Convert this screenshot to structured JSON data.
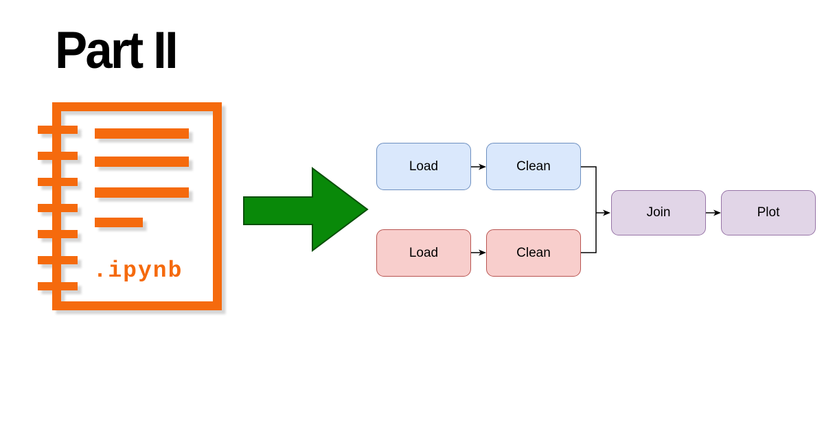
{
  "title": "Part II",
  "notebook": {
    "label": ".ipynb",
    "color": "#f56a0d",
    "shadow_color": "#c8c8c8"
  },
  "transform_arrow": {
    "fill": "#098909",
    "stroke": "#0a4f0a"
  },
  "flowchart": {
    "connector_color": "#000000",
    "nodes": [
      {
        "id": "load-top",
        "label": "Load",
        "fill": "#dae8fc",
        "stroke": "#6c8ebf"
      },
      {
        "id": "clean-top",
        "label": "Clean",
        "fill": "#dae8fc",
        "stroke": "#6c8ebf"
      },
      {
        "id": "load-bottom",
        "label": "Load",
        "fill": "#f8cecc",
        "stroke": "#b85450"
      },
      {
        "id": "clean-bottom",
        "label": "Clean",
        "fill": "#f8cecc",
        "stroke": "#b85450"
      },
      {
        "id": "join",
        "label": "Join",
        "fill": "#e1d5e7",
        "stroke": "#9673a6"
      },
      {
        "id": "plot",
        "label": "Plot",
        "fill": "#e1d5e7",
        "stroke": "#9673a6"
      }
    ]
  }
}
